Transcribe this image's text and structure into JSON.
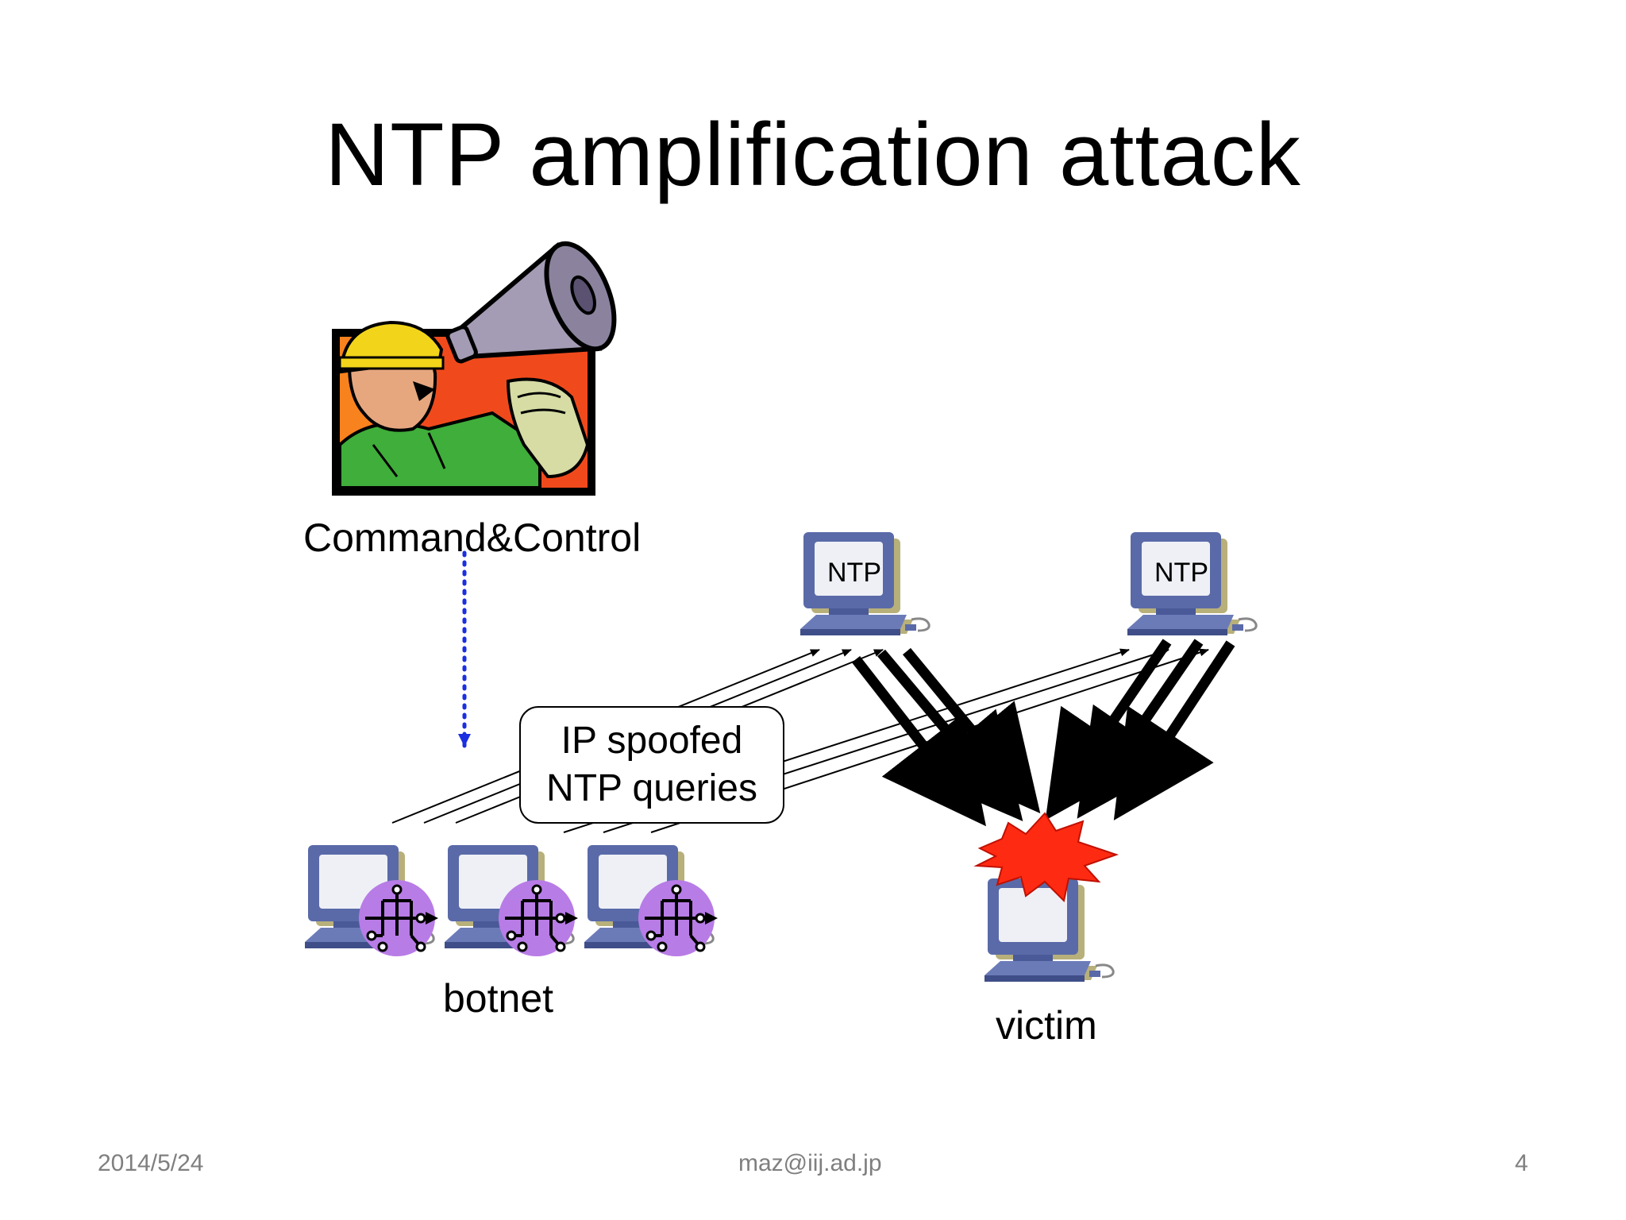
{
  "slide": {
    "title": "NTP amplification attack",
    "labels": {
      "command_control": "Command&Control",
      "botnet": "botnet",
      "victim": "victim"
    },
    "callout": {
      "line1": "IP spoofed",
      "line2": "NTP queries"
    },
    "ntp_servers": [
      {
        "label": "NTP"
      },
      {
        "label": "NTP"
      }
    ],
    "footer": {
      "date": "2014/5/24",
      "author": "maz@iij.ad.jp",
      "page": "4"
    }
  },
  "colors": {
    "monitor_frame": "#5a6aa8",
    "monitor_shadow": "#b8b07a",
    "bot_badge": "#b87ce6",
    "command_arrow": "#1a2fe0",
    "explosion": "#ff2a12",
    "illustration_bg": "#f04a1c",
    "shirt": "#3fae3a",
    "helmet": "#f2d51a",
    "megaphone": "#a49cb4"
  },
  "icons": [
    "megaphone-man-icon",
    "computer-icon",
    "bot-circuit-icon",
    "explosion-icon"
  ]
}
